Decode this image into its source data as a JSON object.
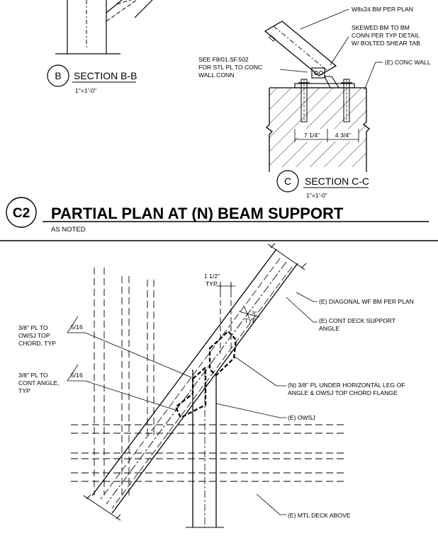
{
  "section_b": {
    "marker": "B",
    "title": "SECTION B-B",
    "scale": "1\"=1'-0\""
  },
  "section_c": {
    "marker": "C",
    "title": "SECTION C-C",
    "scale": "1\"=1'-0\"",
    "notes": {
      "beam": "W8x24 BM PER PLAN",
      "conn_1": "SKEWED BM TO BM",
      "conn_2": "CONN PER TYP DETAIL",
      "conn_3": "W/ BOLTED SHEAR TAB",
      "see_1": "SEE F8/01.SF.502",
      "see_2": "FOR STL PL TO CONC",
      "see_3": "WALL CONN",
      "wall": "(E) CONC WALL"
    },
    "dims": {
      "left": "7 1/4\"",
      "right": "4 3/4\""
    }
  },
  "detail_c2": {
    "marker": "C2",
    "title": "PARTIAL PLAN AT (N) BEAM SUPPORT",
    "scale": "AS NOTED"
  },
  "plan_notes": {
    "dim_top_1": "1 1/2\"",
    "dim_top_2": "TYP",
    "dim_3_1": "3\"",
    "dim_3_2": "TYP",
    "pl_owsj_1": "3/8\" PL TO",
    "pl_owsj_2": "OWSJ TOP",
    "pl_owsj_3": "CHORD, TYP",
    "weld_1": "5/16",
    "pl_angle_1": "3/8\" PL TO",
    "pl_angle_2": "CONT ANGLE,",
    "pl_angle_3": "TYP",
    "weld_2": "5/16",
    "diag_beam": "(E) DIAGONAL WF BM PER PLAN",
    "deck_angle_1": "(E) CONT DECK SUPPORT",
    "deck_angle_2": "ANGLE",
    "new_pl_1": "(N) 3/8\" PL UNDER HORIZONTAL LEG OF",
    "new_pl_2": "ANGLE & OWSJ TOP CHORD FLANGE",
    "owsj": "(E) OWSJ",
    "deck": "(E) MTL DECK ABOVE"
  }
}
